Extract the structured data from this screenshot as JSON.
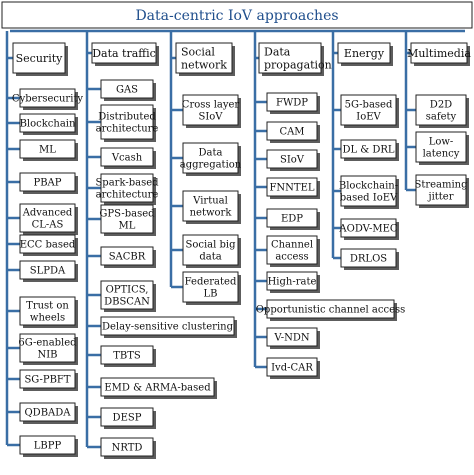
{
  "title": "Data-centric IoV approaches",
  "colors": {
    "line": "#3a6ea5",
    "box_border": "#222222",
    "shadow": "#5d5d5d",
    "box_fill": "#ffffff",
    "title_text": "#1f4e8c"
  },
  "columns": [
    {
      "category": [
        "Security"
      ],
      "items": [
        [
          "Cybersecurity"
        ],
        [
          "Blockchain"
        ],
        [
          "ML"
        ],
        [
          "PBAP"
        ],
        [
          "Advanced",
          "CL-AS"
        ],
        [
          "ECC based"
        ],
        [
          "SLPDA"
        ],
        [
          "Trust on",
          "wheels"
        ],
        [
          "6G-enabled",
          "NIB"
        ],
        [
          "SG-PBFT"
        ],
        [
          "QDBADA"
        ],
        [
          "LBPP"
        ]
      ]
    },
    {
      "category": [
        "Data traffic"
      ],
      "items": [
        [
          "GAS"
        ],
        [
          "Distributed",
          "architecture"
        ],
        [
          "Vcash"
        ],
        [
          "Spark-based",
          "architecture"
        ],
        [
          "GPS-based",
          "ML"
        ],
        [
          "SACBR"
        ],
        [
          "OPTICS,",
          "DBSCAN"
        ],
        [
          "Delay-sensitive clustering"
        ],
        [
          "TBTS"
        ],
        [
          "EMD & ARMA-based"
        ],
        [
          "DESP"
        ],
        [
          "NRTD"
        ]
      ]
    },
    {
      "category": [
        "Social",
        "network"
      ],
      "items": [
        [
          "Cross layer",
          "SIoV"
        ],
        [
          "Data",
          "aggregation"
        ],
        [
          "Virtual",
          "network"
        ],
        [
          "Social big",
          "data"
        ],
        [
          "Federated",
          "LB"
        ]
      ]
    },
    {
      "category": [
        "Data",
        "propagation"
      ],
      "items": [
        [
          "FWDP"
        ],
        [
          "CAM"
        ],
        [
          "SIoV"
        ],
        [
          "FNNTEL"
        ],
        [
          "EDP"
        ],
        [
          "Channel",
          "access"
        ],
        [
          "High-rate"
        ],
        [
          "Opportunistic channel access"
        ],
        [
          "V-NDN"
        ],
        [
          "Ivd-CAR"
        ]
      ]
    },
    {
      "category": [
        "Energy"
      ],
      "items": [
        [
          "5G-based",
          "IoEV"
        ],
        [
          "DL & DRL"
        ],
        [
          "Blockchain-",
          "based IoEV"
        ],
        [
          "AODV-MEC"
        ],
        [
          "DRLOS"
        ]
      ]
    },
    {
      "category": [
        "Multimedia"
      ],
      "items": [
        [
          "D2D",
          "safety"
        ],
        [
          "Low-",
          "latency"
        ],
        [
          "Streaming",
          "jitter"
        ]
      ]
    }
  ]
}
